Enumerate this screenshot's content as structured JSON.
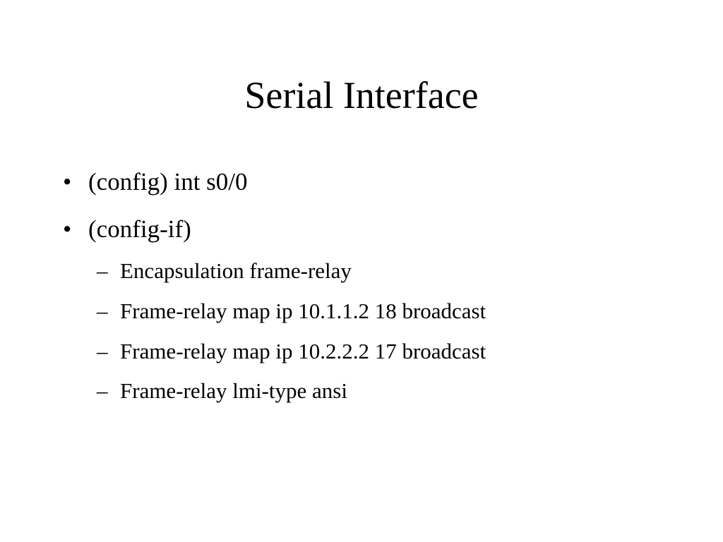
{
  "slide": {
    "title": "Serial Interface",
    "bullet_symbol": "•",
    "sub_bullet_symbol": "–",
    "bullets": [
      "(config) int s0/0",
      "(config-if)"
    ],
    "sub_bullets": [
      "Encapsulation frame-relay",
      "Frame-relay map ip 10.1.1.2 18 broadcast",
      "Frame-relay map ip 10.2.2.2 17 broadcast",
      "Frame-relay lmi-type ansi"
    ]
  }
}
